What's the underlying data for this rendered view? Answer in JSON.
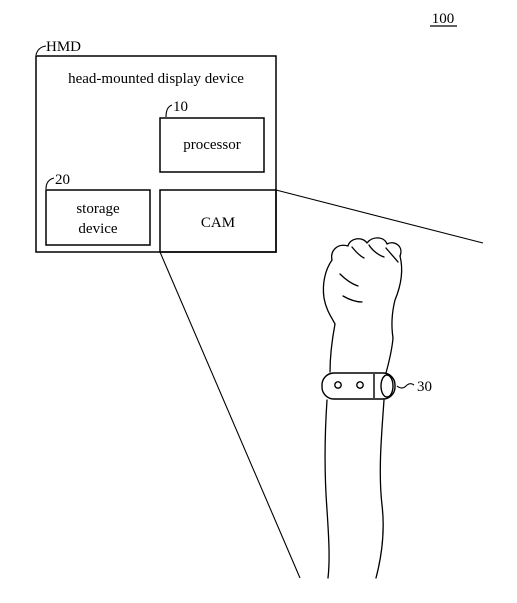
{
  "figure": {
    "number": "100",
    "hmd": {
      "tag": "HMD",
      "title": "head-mounted display device"
    },
    "processor": {
      "ref": "10",
      "label": "processor"
    },
    "storage": {
      "ref": "20",
      "label_line1": "storage",
      "label_line2": "device"
    },
    "camera": {
      "label": "CAM"
    },
    "wristband": {
      "ref": "30"
    },
    "colors": {
      "ink": "#000000",
      "paper": "#ffffff"
    }
  }
}
